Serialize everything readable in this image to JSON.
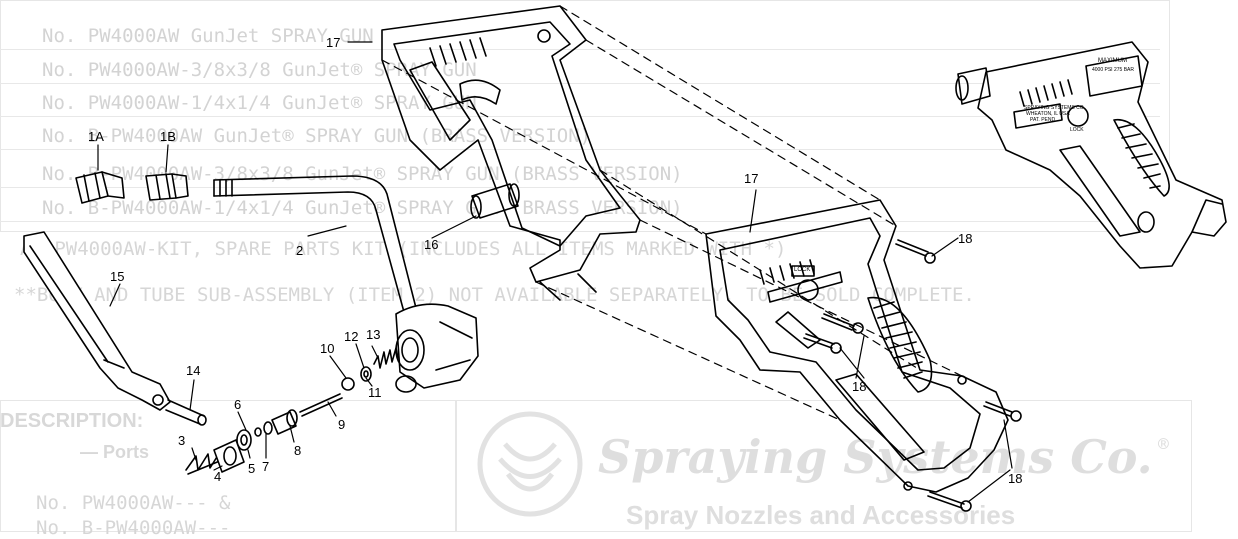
{
  "background": {
    "table_rows": [
      "No. PW4000AW GunJet  SPRAY GUN",
      "No. PW4000AW-3/8x3/8 GunJet® SPRAY GUN",
      "No. PW4000AW-1/4x1/4 GunJet® SPRAY GUN",
      "No. B-PW4000AW GunJet® SPRAY GUN (BRASS VERSION)",
      "No. B-PW4000AW-3/8x3/8 GunJet® SPRAY GUN (BRASS VERSION)",
      "No. B-PW4000AW-1/4x1/4 GunJet® SPRAY GUN (BRASS VERSION)"
    ],
    "kit_note": "AB-PW4000AW-KIT, SPARE PARTS KIT (INCLUDES ALL ITEMS MARKED WITH *)",
    "assembly_note": "**BODY AND TUBE SUB-ASSEMBLY (ITEM 2) NOT AVAILABLE SEPARATELY. TO BE SOLD COMPLETE.",
    "description_heading": "DESCRIPTION:",
    "ports_text": "— Ports",
    "model_line_1": "No. PW4000AW--- &",
    "model_line_2": "No. B-PW4000AW---",
    "brand_name": "Spraying Systems Co.",
    "brand_tagline": "Spray Nozzles and Accessories",
    "registered_mark": "®"
  },
  "callouts": {
    "c1a": "1A",
    "c1b": "1B",
    "c2": "2",
    "c3": "3",
    "c4": "4",
    "c5": "5",
    "c6": "6",
    "c7": "7",
    "c8": "8",
    "c9": "9",
    "c10": "10",
    "c11": "11",
    "c12": "12",
    "c13": "13",
    "c14": "14",
    "c15": "15",
    "c16": "16",
    "c17a": "17",
    "c17b": "17",
    "c18a": "18",
    "c18b": "18",
    "c18c": "18"
  },
  "gun_marking": {
    "line1": "MAXIMUM",
    "line2": "4000 PSI  275 BAR",
    "line3": "SPRAYING SYSTEMS CO.",
    "line4": "WHEATON, IL  USA",
    "line5": "PAT. PEND.",
    "lock": "LOCK"
  },
  "colors": {
    "ink": "#000000",
    "ghost": "#d3d3d3"
  }
}
